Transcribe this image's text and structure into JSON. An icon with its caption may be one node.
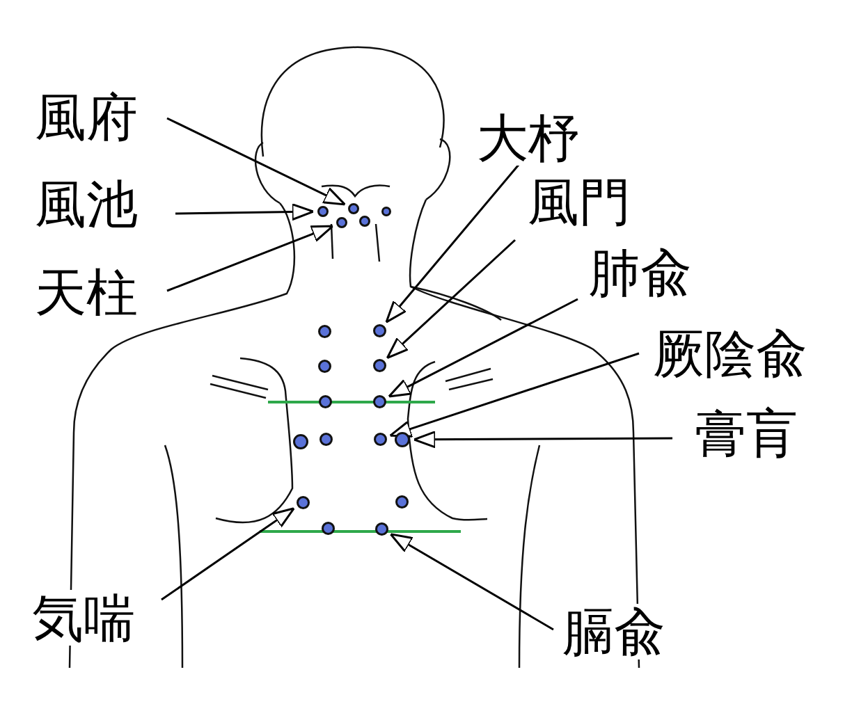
{
  "diagram": {
    "nodes": [
      {
        "text": [
          "風府"
        ]
      },
      {
        "text": [
          "風池"
        ]
      },
      {
        "text": [
          "天柱"
        ]
      },
      {
        "text": [
          "大杼"
        ]
      },
      {
        "text": [
          "風門"
        ]
      },
      {
        "text": [
          "肺兪"
        ]
      },
      {
        "text": [
          "厥陰兪"
        ]
      },
      {
        "text": [
          "膏肓"
        ]
      },
      {
        "text": [
          "気喘"
        ]
      },
      {
        "text": [
          "膈兪"
        ]
      },
      {
        "text": [],
        "shape": "circle"
      },
      {
        "text": [],
        "shape": "circle"
      },
      {
        "text": [],
        "shape": "circle"
      },
      {
        "text": [],
        "shape": "circle"
      },
      {
        "text": [],
        "shape": "circle"
      },
      {
        "text": [],
        "shape": "circle"
      },
      {
        "text": [],
        "shape": "circle"
      },
      {
        "text": [],
        "shape": "circle"
      },
      {
        "text": [],
        "shape": "circle"
      },
      {
        "text": [],
        "shape": "circle"
      },
      {
        "text": [],
        "shape": "circle"
      },
      {
        "text": [],
        "shape": "circle"
      },
      {
        "text": [],
        "shape": "circle"
      },
      {
        "text": [],
        "shape": "circle"
      },
      {
        "text": [],
        "shape": "circle"
      },
      {
        "text": [],
        "shape": "circle"
      },
      {
        "text": [],
        "shape": "circle"
      },
      {
        "text": [],
        "shape": "circle"
      },
      {
        "text": [],
        "shape": "circle"
      }
    ],
    "edges": [
      {
        "from": 0,
        "to": 10,
        "arrow": "to"
      },
      {
        "from": 1,
        "to": 11,
        "arrow": "to"
      },
      {
        "from": 2,
        "to": 13,
        "arrow": "to"
      },
      {
        "from": 3,
        "to": 16,
        "arrow": "to"
      },
      {
        "from": 4,
        "to": 18,
        "arrow": "to"
      },
      {
        "from": 5,
        "to": 20,
        "arrow": "to"
      },
      {
        "from": 6,
        "to": 23,
        "arrow": "to"
      },
      {
        "from": 7,
        "to": 24,
        "arrow": "to"
      },
      {
        "from": 8,
        "to": 25,
        "arrow": "to"
      },
      {
        "from": 9,
        "to": 28,
        "arrow": "to"
      }
    ]
  }
}
